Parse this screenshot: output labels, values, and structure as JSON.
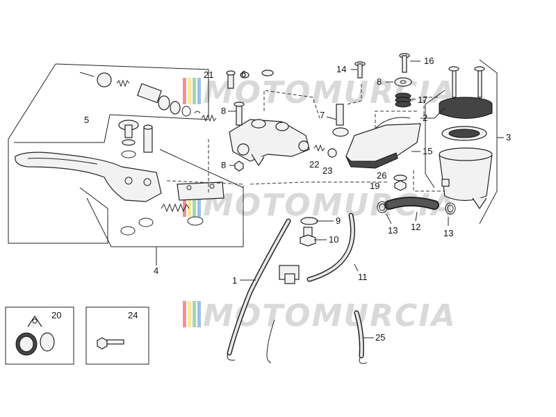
{
  "watermark": {
    "text": "MOTOMURCIA",
    "stripe_colors": [
      "#e6363a",
      "#f2d64b",
      "#5cb85c",
      "#4a90d9"
    ]
  },
  "callouts": [
    "1",
    "2",
    "3",
    "4",
    "5",
    "6",
    "7",
    "8",
    "8",
    "8",
    "9",
    "10",
    "11",
    "12",
    "13",
    "13",
    "14",
    "15",
    "16",
    "17",
    "19",
    "20",
    "21",
    "22",
    "23",
    "24",
    "25",
    "26"
  ],
  "insets": [
    {
      "label": "20",
      "content": "rubber-grommet-clip"
    },
    {
      "label": "24",
      "content": "bolt"
    }
  ]
}
